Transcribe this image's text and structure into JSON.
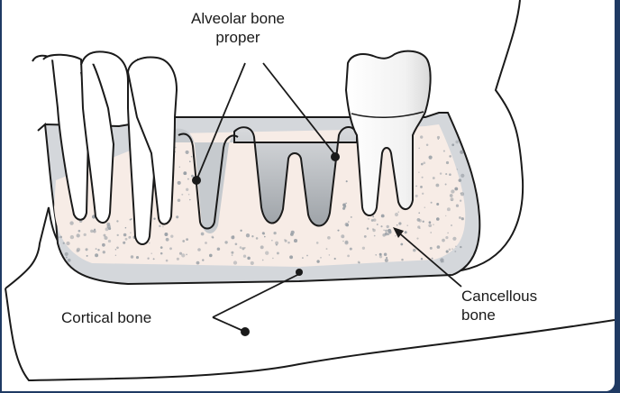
{
  "labels": {
    "alveolar_line1": "Alveolar bone",
    "alveolar_line2": "proper",
    "cancellous_line1": "Cancellous",
    "cancellous_line2": "bone",
    "cortical": "Cortical bone"
  },
  "colors": {
    "frame_border": "#1f3a63",
    "cortical_fill": "#d4d7db",
    "cancellous_fill": "#f7ece6",
    "speckle": "#9aa0a6",
    "tooth_fill": "#ffffff",
    "socket_shade": "#bdc1c6",
    "outline": "#1a1a1a"
  }
}
